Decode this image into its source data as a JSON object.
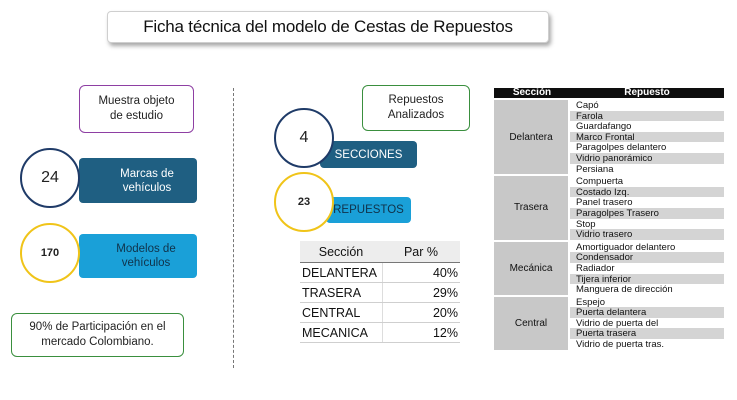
{
  "title": "Ficha técnica del modelo de Cestas de Repuestos",
  "left": {
    "objeto_label": "Muestra objeto de estudio",
    "marcas": {
      "number": "24",
      "label": "Marcas de vehículos"
    },
    "modelos": {
      "number": "170",
      "label": "Modelos de vehículos"
    },
    "participacion": "90% de Participación en el mercado Colombiano."
  },
  "middle": {
    "repuestos_label": "Repuestos Analizados",
    "secciones": {
      "number": "4",
      "label": "SECCIONES"
    },
    "repuestos": {
      "number": "23",
      "label": "REPUESTOS"
    },
    "table": {
      "headers": [
        "Sección",
        "Par %"
      ],
      "rows": [
        [
          "DELANTERA",
          "40%"
        ],
        [
          "TRASERA",
          "29%"
        ],
        [
          "CENTRAL",
          "20%"
        ],
        [
          "MECANICA",
          "12%"
        ]
      ]
    }
  },
  "right": {
    "headers": [
      "Sección",
      "Repuesto"
    ],
    "groups": [
      {
        "section": "Delantera",
        "items": [
          "Capó",
          "Farola",
          "Guardafango",
          "Marco Frontal",
          "Paragolpes delantero",
          "Vidrio panorámico",
          "Persiana"
        ]
      },
      {
        "section": "Trasera",
        "items": [
          "Compuerta",
          "Costado Izq.",
          "Panel trasero",
          "Paragolpes Trasero",
          "Stop",
          "Vidrio trasero"
        ]
      },
      {
        "section": "Mecánica",
        "items": [
          "Amortiguador delantero",
          "Condensador",
          "Radiador",
          "Tijera inferior",
          "Manguera de dirección"
        ]
      },
      {
        "section": "Central",
        "items": [
          "Espejo",
          "Puerta delantera",
          "Vidrio de puerta del",
          "Puerta trasera",
          "Vidrio de puerta tras."
        ]
      }
    ]
  },
  "colors": {
    "navy": "#1f3b68",
    "gold": "#f0c419",
    "teal_dark": "#1f5f82",
    "blue_light": "#1aa0d8",
    "purple": "#8e3fa3",
    "green": "#3a8f3e"
  }
}
